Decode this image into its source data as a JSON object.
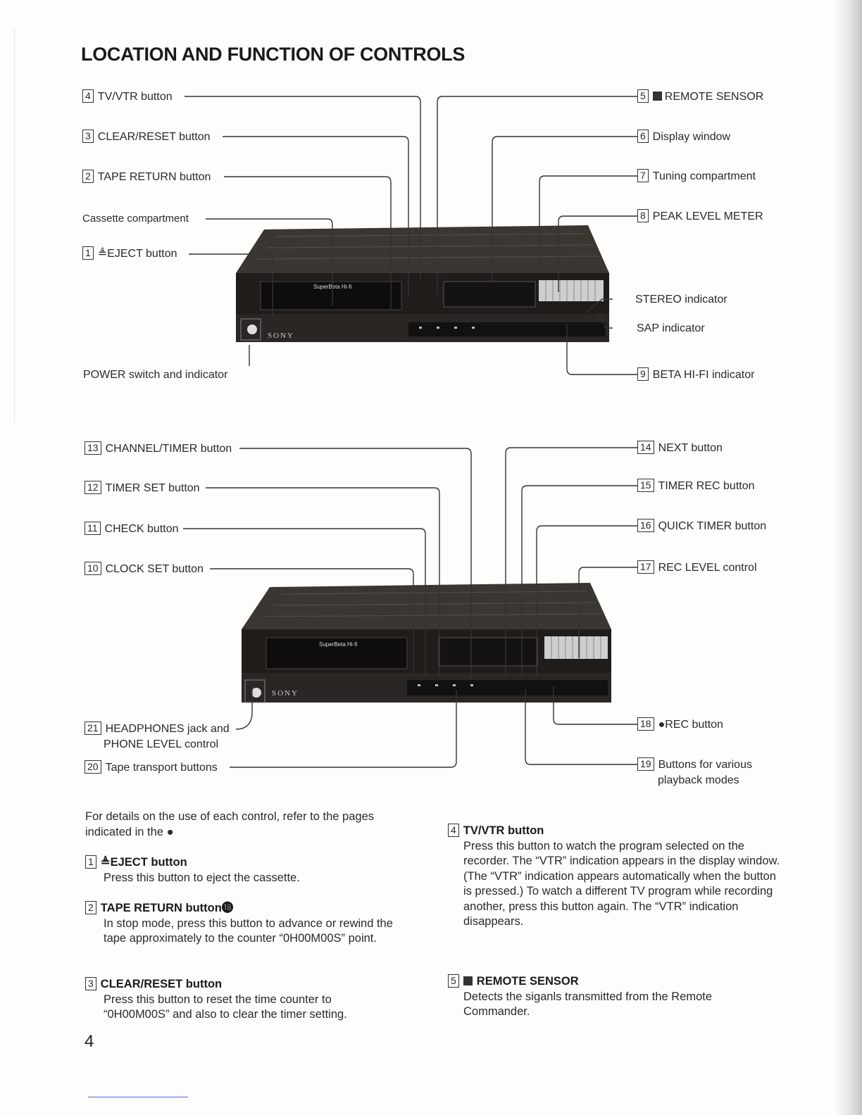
{
  "page": {
    "title": "LOCATION AND FUNCTION OF CONTROLS",
    "page_number": "4"
  },
  "diagram1": {
    "left_labels": [
      {
        "num": "4",
        "text": "TV/VTR button"
      },
      {
        "num": "3",
        "text": "CLEAR/RESET button"
      },
      {
        "num": "2",
        "text": "TAPE RETURN button"
      },
      {
        "num": "",
        "text": "Cassette compartment"
      },
      {
        "num": "1",
        "text": "≜EJECT button"
      }
    ],
    "right_labels": [
      {
        "num": "5",
        "text": "REMOTE SENSOR"
      },
      {
        "num": "6",
        "text": "Display window"
      },
      {
        "num": "7",
        "text": "Tuning compartment"
      },
      {
        "num": "8",
        "text": "PEAK LEVEL METER"
      },
      {
        "num": "",
        "text": "STEREO indicator"
      },
      {
        "num": "",
        "text": "SAP indicator"
      },
      {
        "num": "9",
        "text": "BETA HI-FI indicator"
      }
    ],
    "bottom_label": "POWER switch and indicator",
    "brand": "SONY",
    "model_mark": "SuperBeta Hi-fi"
  },
  "diagram2": {
    "left_labels": [
      {
        "num": "13",
        "text": "CHANNEL/TIMER button"
      },
      {
        "num": "12",
        "text": "TIMER SET button"
      },
      {
        "num": "11",
        "text": "CHECK button"
      },
      {
        "num": "10",
        "text": "CLOCK SET button"
      },
      {
        "num": "21",
        "text": "HEADPHONES jack and",
        "text2": "PHONE LEVEL control"
      },
      {
        "num": "20",
        "text": "Tape transport buttons"
      }
    ],
    "right_labels": [
      {
        "num": "14",
        "text": "NEXT button"
      },
      {
        "num": "15",
        "text": "TIMER REC button"
      },
      {
        "num": "16",
        "text": "QUICK TIMER button"
      },
      {
        "num": "17",
        "text": "REC LEVEL control"
      },
      {
        "num": "18",
        "text": "●REC button"
      },
      {
        "num": "19",
        "text": "Buttons for various",
        "text2": "playback modes"
      }
    ],
    "brand": "SONY",
    "model_mark": "SuperBeta Hi-fi"
  },
  "descriptions": {
    "intro": "For details on the use of each control, refer to the pages indicated in the ●",
    "left": [
      {
        "num": "1",
        "heading": "≜EJECT button",
        "body": "Press this button to eject the cassette."
      },
      {
        "num": "2",
        "heading": "TAPE RETURN button⓲",
        "body": "In stop mode, press this button to advance or rewind the tape approximately to the counter “0H00M00S” point."
      },
      {
        "num": "3",
        "heading": "CLEAR/RESET button",
        "body": "Press this button to reset the time counter to “0H00M00S” and also to clear the timer setting."
      }
    ],
    "right": [
      {
        "num": "4",
        "heading": "TV/VTR button",
        "body": "Press this button to watch the program selected on the recorder. The “VTR” indication appears in the display window. (The “VTR” indication appears automatically when the button is pressed.) To watch a different TV program while recording another, press this button again. The “VTR” indication disappears."
      },
      {
        "num": "5",
        "heading": "REMOTE SENSOR",
        "body": "Detects the siganls transmitted from the Remote Commander."
      }
    ]
  },
  "colors": {
    "ink": "#2a2a2a",
    "vcr_body": "#3b3632",
    "vcr_front": "#1f1c1a",
    "meter": "#cfcfcf"
  }
}
